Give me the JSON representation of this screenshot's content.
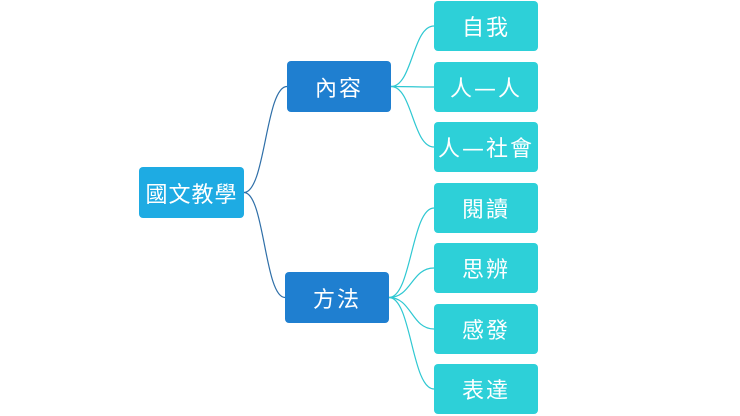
{
  "diagram": {
    "root": {
      "label": "國文教學"
    },
    "branches": [
      {
        "label": "內容",
        "children": [
          {
            "label": "自我"
          },
          {
            "label": "人—人"
          },
          {
            "label": "人—社會"
          }
        ]
      },
      {
        "label": "方法",
        "children": [
          {
            "label": "閱讀"
          },
          {
            "label": "思辨"
          },
          {
            "label": "感發"
          },
          {
            "label": "表達"
          }
        ]
      }
    ],
    "colors": {
      "root_fill": "#1eabe3",
      "branch_fill": "#1f7fd0",
      "leaf_fill": "#2dd0d8",
      "root_branch_link": "#2f6fa8",
      "branch_leaf_link": "#2fc8d2",
      "text": "#ffffff"
    }
  }
}
